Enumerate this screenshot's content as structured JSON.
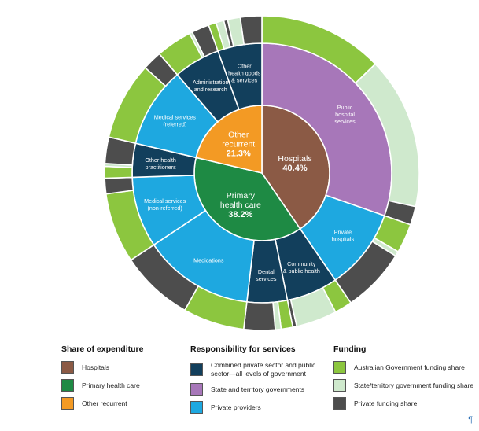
{
  "chart_data": {
    "type": "sunburst",
    "colors": {
      "hospitals": "#8b5a45",
      "primary": "#1e8a44",
      "other": "#f39a24",
      "combined": "#123f5c",
      "state": "#a777b9",
      "private": "#1ea8e0",
      "aus_gov": "#8cc63f",
      "state_fund": "#cfe9cd",
      "private_fund": "#4d4d4d"
    },
    "center": [
      {
        "key": "hospitals",
        "name": "Hospitals",
        "value": 40.4,
        "label": "40.4%"
      },
      {
        "key": "primary",
        "name_lines": [
          "Primary",
          "health care"
        ],
        "value": 38.2,
        "label": "38.2%"
      },
      {
        "key": "other",
        "name_lines": [
          "Other",
          "recurrent"
        ],
        "value": 21.3,
        "label": "21.3%"
      }
    ],
    "services": [
      {
        "group": "hospitals",
        "name_lines": [
          "Public",
          "hospital",
          "services"
        ],
        "responsibility": "state",
        "value": 30.3,
        "funding": [
          {
            "source": "aus_gov",
            "value": 12.8
          },
          {
            "source": "state_fund",
            "value": 15.6
          },
          {
            "source": "private_fund",
            "value": 1.9
          }
        ]
      },
      {
        "group": "hospitals",
        "name_lines": [
          "Private",
          "hospitals"
        ],
        "responsibility": "private",
        "value": 10.1,
        "funding": [
          {
            "source": "aus_gov",
            "value": 3.0
          },
          {
            "source": "state_fund",
            "value": 0.5
          },
          {
            "source": "private_fund",
            "value": 6.6
          }
        ]
      },
      {
        "group": "primary",
        "name_lines": [
          "Community",
          "& public health"
        ],
        "responsibility": "combined",
        "value": 6.4,
        "funding": [
          {
            "source": "aus_gov",
            "value": 1.8
          },
          {
            "source": "state_fund",
            "value": 4.2
          },
          {
            "source": "private_fund",
            "value": 0.4
          }
        ]
      },
      {
        "group": "primary",
        "name_lines": [
          "Dental",
          "services"
        ],
        "responsibility": "combined",
        "value": 5.0,
        "funding": [
          {
            "source": "aus_gov",
            "value": 1.2
          },
          {
            "source": "state_fund",
            "value": 0.6
          },
          {
            "source": "private_fund",
            "value": 3.2
          }
        ]
      },
      {
        "group": "primary",
        "name_lines": [
          "Medications"
        ],
        "responsibility": "private",
        "value": 13.8,
        "funding": [
          {
            "source": "aus_gov",
            "value": 6.3
          },
          {
            "source": "private_fund",
            "value": 7.5
          }
        ]
      },
      {
        "group": "primary",
        "name_lines": [
          "Medical services",
          "(non-referred)"
        ],
        "responsibility": "private",
        "value": 8.8,
        "funding": [
          {
            "source": "aus_gov",
            "value": 7.2
          },
          {
            "source": "private_fund",
            "value": 1.6
          }
        ]
      },
      {
        "group": "primary",
        "name_lines": [
          "Other health",
          "practitioners"
        ],
        "responsibility": "combined",
        "value": 4.2,
        "funding": [
          {
            "source": "aus_gov",
            "value": 1.2
          },
          {
            "source": "state_fund",
            "value": 0.3
          },
          {
            "source": "private_fund",
            "value": 2.7
          }
        ]
      },
      {
        "group": "other",
        "name_lines": [
          "Medical services",
          "(referred)"
        ],
        "responsibility": "private",
        "value": 10.0,
        "funding": [
          {
            "source": "aus_gov",
            "value": 8.0
          },
          {
            "source": "private_fund",
            "value": 2.0
          }
        ]
      },
      {
        "group": "other",
        "name_lines": [
          "Administration",
          "and research"
        ],
        "responsibility": "combined",
        "value": 5.8,
        "funding": [
          {
            "source": "aus_gov",
            "value": 3.7
          },
          {
            "source": "state_fund",
            "value": 0.3
          },
          {
            "source": "private_fund",
            "value": 1.8
          }
        ]
      },
      {
        "group": "other",
        "name_lines": [
          "Other",
          "health goods",
          "& services"
        ],
        "responsibility": "combined",
        "value": 5.5,
        "funding": [
          {
            "source": "aus_gov",
            "value": 0.8
          },
          {
            "source": "state_fund",
            "value": 0.8
          },
          {
            "source": "private_fund",
            "value": 0.4
          },
          {
            "source": "state_fund",
            "value": 1.3
          },
          {
            "source": "private_fund",
            "value": 2.2
          }
        ]
      }
    ]
  },
  "legend": [
    {
      "title": "Share of expenditure",
      "items": [
        {
          "label": "Hospitals",
          "color": "#8b5a45"
        },
        {
          "label": "Primary health care",
          "color": "#1e8a44"
        },
        {
          "label": "Other recurrent",
          "color": "#f39a24"
        }
      ]
    },
    {
      "title": "Responsibility for services",
      "items": [
        {
          "label": "Combined private sector and public sector—all levels of government",
          "color": "#123f5c"
        },
        {
          "label": "State and territory governments",
          "color": "#a777b9"
        },
        {
          "label": "Private providers",
          "color": "#1ea8e0"
        }
      ]
    },
    {
      "title": "Funding",
      "items": [
        {
          "label": "Australian Government funding share",
          "color": "#8cc63f"
        },
        {
          "label": "State/territory government funding share",
          "color": "#cfe9cd"
        },
        {
          "label": "Private funding share",
          "color": "#4d4d4d"
        }
      ]
    }
  ],
  "pilcrow": "¶"
}
